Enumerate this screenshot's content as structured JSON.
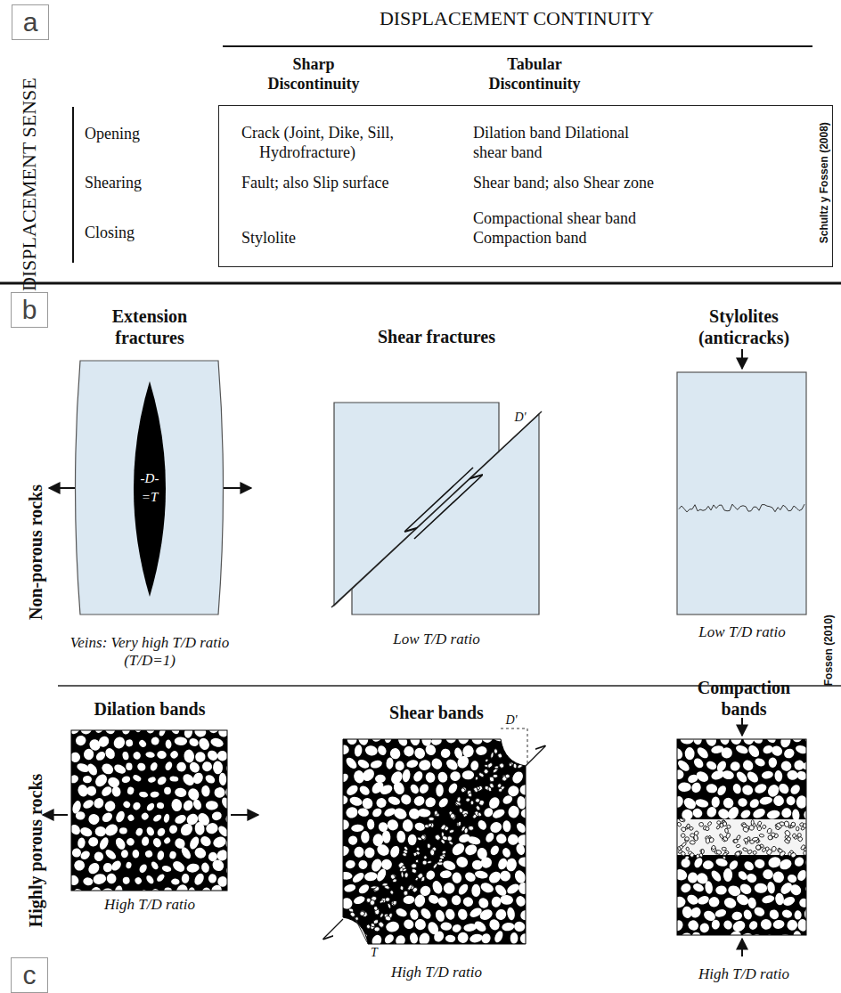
{
  "diagram": {
    "nodes": [
      {
        "text": [
          "a"
        ]
      },
      {
        "text": [
          "Crack (Joint, Dike, Sill, Hydrofracture)",
          "Dilation band Dilational shear band",
          "Fault; also Slip surface",
          "Shear band; also Shear zone",
          "Stylolite",
          "Compactional shear band Compaction band"
        ]
      },
      {
        "text": [
          "b"
        ]
      },
      {
        "text": [
          "c"
        ]
      }
    ],
    "labels": [
      "DISPLACEMENT CONTINUITY",
      "Sharp Discontinuity",
      "Tabular Discontinuity",
      "DISPLACEMENT SENSE",
      "Opening",
      "Shearing",
      "Closing",
      "Schultz y Fossen (2008)",
      "Extension fractures",
      "Shear fractures",
      "Stylolites (anticracks)",
      "Non-porous rocks",
      "-D-",
      "=T",
      "D'",
      "Veins: Very high T/D ratio (T/D=1)",
      "Low T/D ratio",
      "Low T/D ratio",
      "Fossen (2010)",
      "Dilation bands",
      "Shear bands",
      "Compaction bands",
      "Highly porous rocks",
      "D'",
      "T",
      "High T/D ratio",
      "High T/D ratio",
      "High T/D ratio"
    ]
  }
}
